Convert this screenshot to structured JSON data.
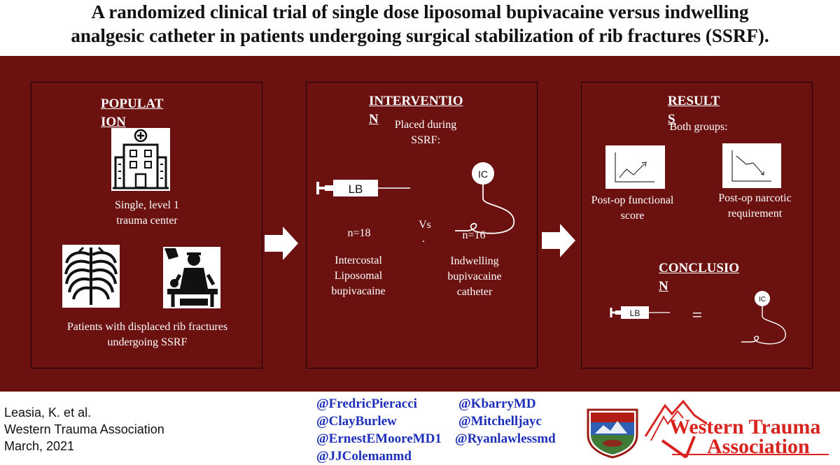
{
  "title": {
    "line1": "A randomized clinical trial of single dose liposomal bupivacaine versus indwelling",
    "line2": "analgesic catheter in patients undergoing surgical stabilization of rib fractures (SSRF)."
  },
  "population": {
    "heading": "POPULATION",
    "center": "Single, level 1 trauma center",
    "patients": "Patients with displaced rib fractures undergoing SSRF"
  },
  "intervention": {
    "heading": "INTERVENTION",
    "placed": "Placed during SSRF:",
    "syringe_label": "LB",
    "catheter_label": "IC",
    "vs": "Vs",
    "dot": ".",
    "lb_n": "n=18",
    "ic_n": "n=16",
    "lb_desc": "Intercostal Liposomal bupivacaine",
    "ic_desc": "Indwelling bupivacaine catheter"
  },
  "results": {
    "heading": "RESULTS",
    "both": "Both groups:",
    "functional": "Post-op functional score",
    "narcotic": "Post-op narcotic requirement"
  },
  "conclusion": {
    "heading": "CONCLUSION",
    "syringe_label": "LB",
    "equals": "=",
    "catheter_label": "IC"
  },
  "footer": {
    "citation": [
      "Leasia, K. et al.",
      "Western Trauma Association",
      "March, 2021"
    ],
    "handles_left": [
      "@FredricPieracci",
      "@ClayBurlew",
      "@ErnestEMooreMD1",
      "@JJColemanmd"
    ],
    "handles_right": [
      "@KbarryMD",
      "@Mitchelljayc",
      "@Ryanlawlessmd"
    ],
    "logo_line1": "Western Trauma",
    "logo_line2": "Association"
  },
  "colors": {
    "background": "#6b1210",
    "handle_text": "#1d2fb8",
    "logo_red": "#d8231f"
  }
}
